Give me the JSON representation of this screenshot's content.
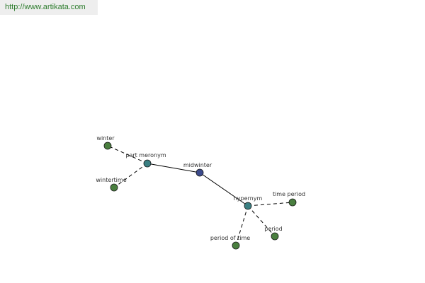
{
  "watermark": "http://www.artikata.com",
  "colors": {
    "center": "#3b4a8c",
    "relation": "#3a7f82",
    "term": "#4a7f3f",
    "stroke": "#1a1a1a",
    "edge": "#000000"
  },
  "nodes": [
    {
      "id": "midwinter",
      "label": "midwinter",
      "kind": "center"
    },
    {
      "id": "part-meronym",
      "label": "part meronym",
      "kind": "relation"
    },
    {
      "id": "hypernym",
      "label": "hypernym",
      "kind": "relation"
    },
    {
      "id": "winter",
      "label": "winter",
      "kind": "term"
    },
    {
      "id": "wintertime",
      "label": "wintertime",
      "kind": "term"
    },
    {
      "id": "time-period",
      "label": "time period",
      "kind": "term"
    },
    {
      "id": "period",
      "label": "period",
      "kind": "term"
    },
    {
      "id": "period-of-time",
      "label": "period of time",
      "kind": "term"
    }
  ],
  "edges": [
    {
      "from": "midwinter",
      "to": "part-meronym",
      "style": "solid"
    },
    {
      "from": "midwinter",
      "to": "hypernym",
      "style": "solid"
    },
    {
      "from": "part-meronym",
      "to": "winter",
      "style": "dashed"
    },
    {
      "from": "part-meronym",
      "to": "wintertime",
      "style": "dashed"
    },
    {
      "from": "hypernym",
      "to": "time-period",
      "style": "dashed"
    },
    {
      "from": "hypernym",
      "to": "period",
      "style": "dashed"
    },
    {
      "from": "hypernym",
      "to": "period-of-time",
      "style": "dashed"
    }
  ]
}
